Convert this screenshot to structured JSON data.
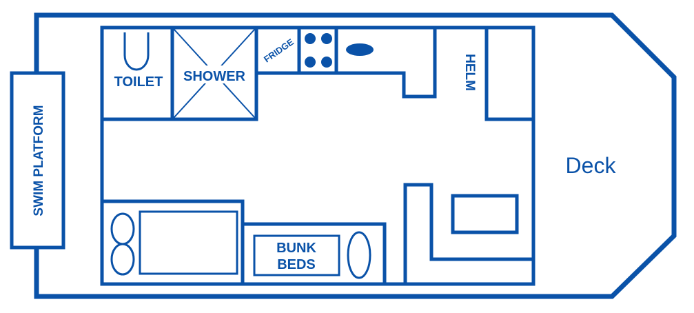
{
  "colors": {
    "line": "#0a52a8",
    "background": "#ffffff"
  },
  "labels": {
    "toilet": "TOILET",
    "shower": "SHOWER",
    "fridge": "FRIDGE",
    "helm": "HELM",
    "swim_platform": "SWIM PLATFORM",
    "bunk_beds_line1": "BUNK",
    "bunk_beds_line2": "BEDS",
    "deck": "Deck"
  }
}
